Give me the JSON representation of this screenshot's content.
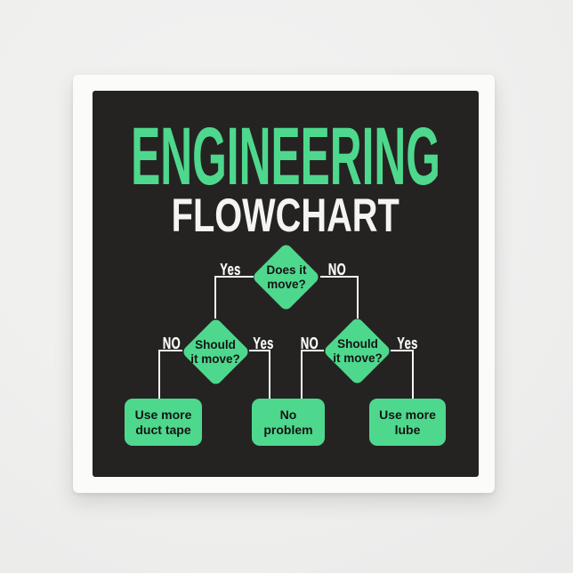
{
  "colors": {
    "page_background": "#efefee",
    "napkin": "#fbfbf9",
    "print_background": "#242322",
    "accent_green": "#4ed88d",
    "connector": "#f6f6f4",
    "title_secondary": "#f4f4f2",
    "branch_label": "#fafaf8",
    "node_text": "#141414"
  },
  "title": {
    "line1": "ENGINEERING",
    "line2": "FLOWCHART"
  },
  "flowchart": {
    "root": {
      "line1": "Does it",
      "line2": "move?",
      "yes_label": "Yes",
      "no_label": "NO"
    },
    "left_decision": {
      "line1": "Should",
      "line2": "it move?",
      "no_label": "NO",
      "yes_label": "Yes"
    },
    "right_decision": {
      "line1": "Should",
      "line2": "it move?",
      "no_label": "NO",
      "yes_label": "Yes"
    },
    "outcome_left": {
      "line1": "Use more",
      "line2": "duct tape"
    },
    "outcome_middle": {
      "line1": "No",
      "line2": "problem"
    },
    "outcome_right": {
      "line1": "Use more",
      "line2": "lube"
    }
  }
}
